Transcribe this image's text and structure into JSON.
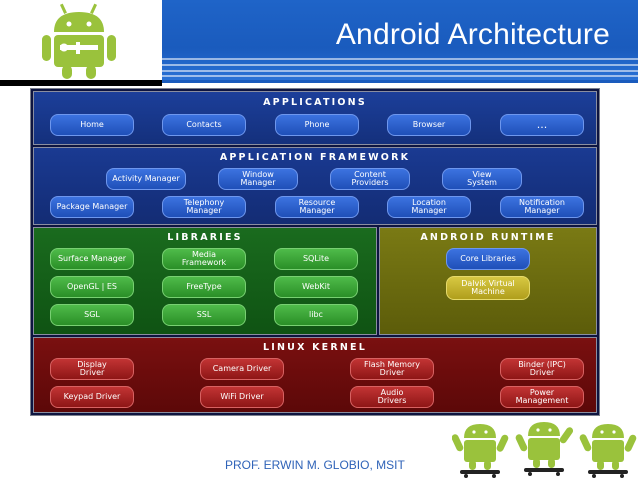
{
  "header": {
    "title": "Android Architecture"
  },
  "diagram": {
    "applications": {
      "title": "APPLICATIONS",
      "items": [
        "Home",
        "Contacts",
        "Phone",
        "Browser",
        "..."
      ]
    },
    "framework": {
      "title": "APPLICATION FRAMEWORK",
      "row1": [
        "Activity Manager",
        "Window\nManager",
        "Content\nProviders",
        "View\nSystem"
      ],
      "row2": [
        "Package Manager",
        "Telephony\nManager",
        "Resource\nManager",
        "Location\nManager",
        "Notification\nManager"
      ]
    },
    "libraries": {
      "title": "LIBRARIES",
      "items": [
        "Surface Manager",
        "Media\nFramework",
        "SQLite",
        "OpenGL | ES",
        "FreeType",
        "WebKit",
        "SGL",
        "SSL",
        "libc"
      ]
    },
    "runtime": {
      "title": "ANDROID RUNTIME",
      "items": [
        "Core Libraries",
        "Dalvik Virtual\nMachine"
      ]
    },
    "kernel": {
      "title": "LINUX KERNEL",
      "items": [
        "Display\nDriver",
        "Camera Driver",
        "Flash Memory\nDriver",
        "Binder (IPC)\nDriver",
        "Keypad Driver",
        "WiFi Driver",
        "Audio\nDrivers",
        "Power\nManagement"
      ]
    }
  },
  "footer": {
    "text": "PROF. ERWIN M. GLOBIO, MSIT"
  },
  "icons": [
    "android-logo-icon",
    "skateboarding-android-icon"
  ],
  "colors": {
    "title_bar": "#1a5bbd",
    "applications_layer": "#14307c",
    "libraries_layer": "#0f5313",
    "runtime_layer": "#5c5c0a",
    "kernel_layer": "#5c0808",
    "footer_text": "#2f63b8"
  }
}
